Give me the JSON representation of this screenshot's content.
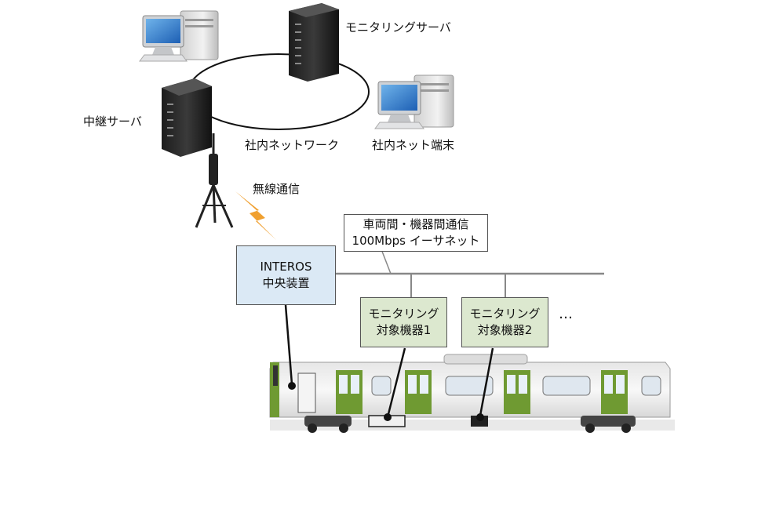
{
  "labels": {
    "monitoring_server": "モニタリングサーバ",
    "relay_server": "中継サーバ",
    "company_network": "社内ネットワーク",
    "company_terminal": "社内ネット端末",
    "wireless": "無線通信"
  },
  "comm_box": {
    "line1": "車両間・機器間通信",
    "line2": "100Mbps イーサネット"
  },
  "central_unit": {
    "line1": "INTEROS",
    "line2": "中央装置"
  },
  "targets": [
    {
      "line1": "モニタリング",
      "line2": "対象機器1"
    },
    {
      "line1": "モニタリング",
      "line2": "対象機器2"
    }
  ],
  "ellipsis": "…",
  "colors": {
    "central_fill": "#dbe9f5",
    "target_fill": "#dce8cf",
    "train_green": "#6f9a32",
    "lightning": "#f0a030"
  }
}
